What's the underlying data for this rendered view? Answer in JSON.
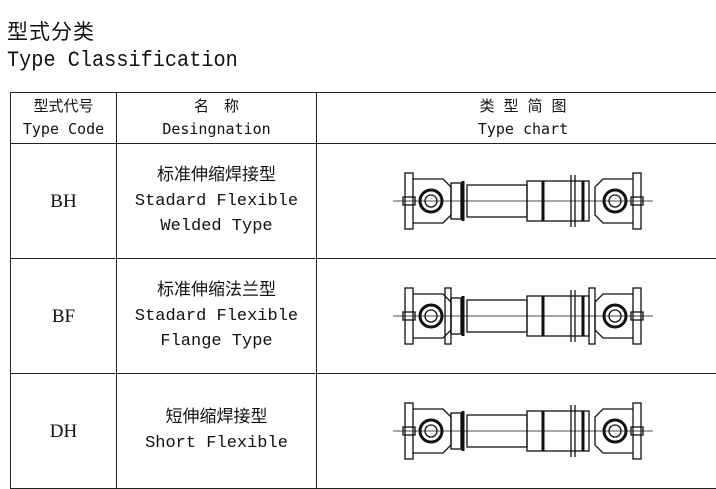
{
  "title_cn": "型式分类",
  "title_en": "Type Classification",
  "table": {
    "headers": [
      {
        "cn": "型式代号",
        "en": "Type Code"
      },
      {
        "cn": "名　称",
        "en": "Desingnation"
      },
      {
        "cn": "类 型 简 图",
        "en": "Type  chart"
      }
    ],
    "rows": [
      {
        "code": "BH",
        "cn": "标准伸缩焊接型",
        "en1": "Stadard Flexible",
        "en2": "Welded Type",
        "chart_icon": "welded-shaft-drawing"
      },
      {
        "code": "BF",
        "cn": "标准伸缩法兰型",
        "en1": "Stadard Flexible",
        "en2": "Flange Type",
        "chart_icon": "flange-shaft-drawing"
      },
      {
        "code": "DH",
        "cn": "短伸缩焊接型",
        "en1": "Short Flexible",
        "en2": "",
        "chart_icon": "short-shaft-drawing"
      }
    ]
  }
}
